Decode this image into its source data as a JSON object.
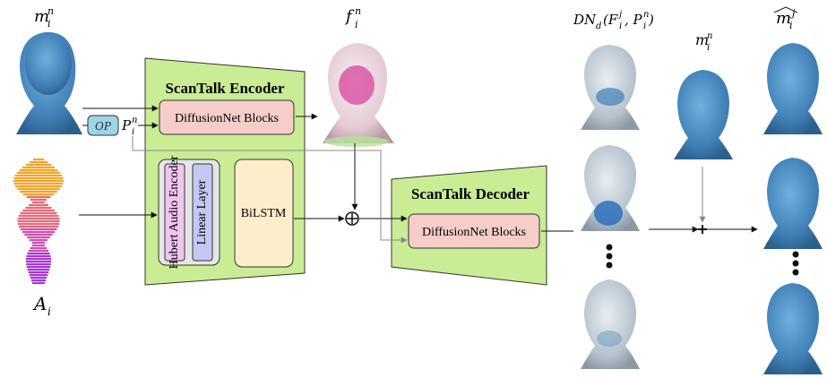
{
  "labels": {
    "mesh_input": "m",
    "mesh_input_sub": "i",
    "mesh_input_sup": "n",
    "audio_label": "A",
    "audio_label_sub": "i",
    "op": "OP",
    "p_label": "P",
    "p_label_sub": "i",
    "p_label_sup": "n",
    "feature_label": "f",
    "feature_label_sub": "i",
    "feature_label_sup": "n",
    "displacement_label": "DN",
    "displacement_label_sub": "d",
    "displacement_label_args": "(F",
    "displacement_label_args_sup": "j",
    "displacement_label_args_sub": "i",
    "displacement_label_args_rest": ", P",
    "displacement_label_args_rest_sup": "n",
    "displacement_label_args_rest_sub": "i",
    "displacement_label_close": ")",
    "mesh_template": "m",
    "mesh_template_sub": "i",
    "mesh_template_sup": "n",
    "output_label": "m",
    "output_label_sub": "i",
    "output_label_sup": "j"
  },
  "encoder": {
    "title": "ScanTalk  Encoder",
    "diffusionnet": "DiffusionNet Blocks",
    "hubert": "Hubert Audio Encoder",
    "linear": "Linear Layer",
    "bilstm": "BiLSTM"
  },
  "decoder": {
    "title": "ScanTalk  Decoder",
    "diffusionnet": "DiffusionNet Blocks"
  },
  "colors": {
    "encoder_fill": "#c9ec94",
    "diffusion_fill": "#f6cdc9",
    "bilstm_fill": "#fdeecb",
    "hubert_fill": "#f1c5f0",
    "linear_fill": "#c5c8f3",
    "op_fill": "#9fd4e8",
    "mesh_blue": "#4f8fc4"
  }
}
